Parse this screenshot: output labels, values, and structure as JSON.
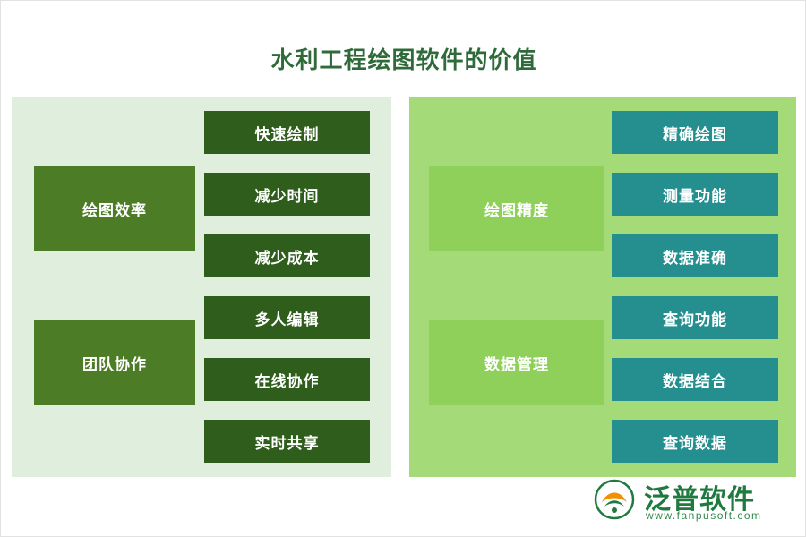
{
  "title": "水利工程绘图软件的价值",
  "colors": {
    "title": "#2f6b3a",
    "panel_left_bg": "#dfeedd",
    "panel_right_bg": "#a5da78",
    "category_left_bg": "#4d7c26",
    "category_right_bg": "#8ed05a",
    "item_left_bg": "#2f5d1c",
    "item_right_bg": "#258f8f",
    "logo_green": "#1f7a3f"
  },
  "panels": [
    {
      "side": "left",
      "groups": [
        {
          "category": "绘图效率",
          "items": [
            "快速绘制",
            "减少时间",
            "减少成本"
          ]
        },
        {
          "category": "团队协作",
          "items": [
            "多人编辑",
            "在线协作",
            "实时共享"
          ]
        }
      ]
    },
    {
      "side": "right",
      "groups": [
        {
          "category": "绘图精度",
          "items": [
            "精确绘图",
            "测量功能",
            "数据准确"
          ]
        },
        {
          "category": "数据管理",
          "items": [
            "查询功能",
            "数据结合",
            "查询数据"
          ]
        }
      ]
    }
  ],
  "logo": {
    "name": "泛普软件",
    "url": "www.fanpusoft.com"
  }
}
